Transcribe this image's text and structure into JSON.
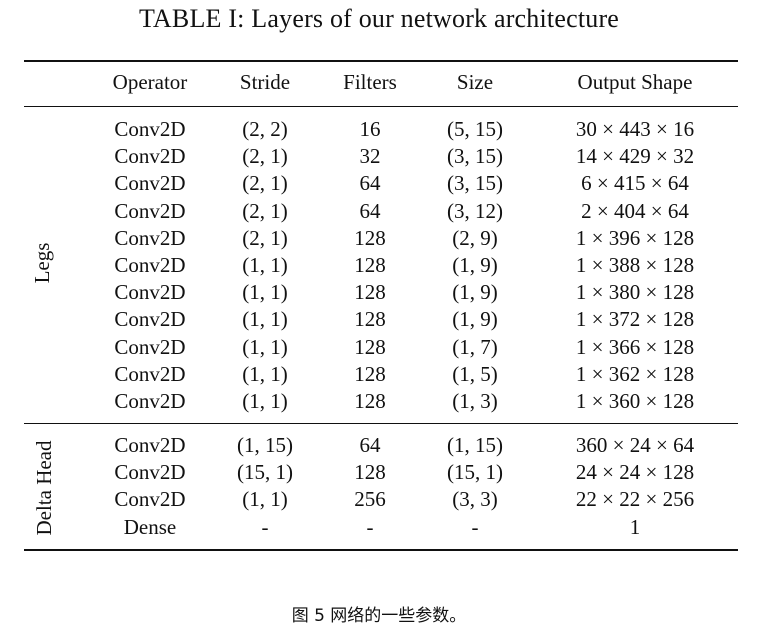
{
  "title": "TABLE I: Layers of our network architecture",
  "headers": {
    "operator": "Operator",
    "stride": "Stride",
    "filters": "Filters",
    "size": "Size",
    "output_shape": "Output Shape"
  },
  "groups": [
    {
      "label": "Legs",
      "rows": [
        {
          "operator": "Conv2D",
          "stride": "(2, 2)",
          "filters": "16",
          "size": "(5, 15)",
          "output": "30 × 443 × 16"
        },
        {
          "operator": "Conv2D",
          "stride": "(2, 1)",
          "filters": "32",
          "size": "(3, 15)",
          "output": "14 × 429 × 32"
        },
        {
          "operator": "Conv2D",
          "stride": "(2, 1)",
          "filters": "64",
          "size": "(3, 15)",
          "output": "6 × 415 × 64"
        },
        {
          "operator": "Conv2D",
          "stride": "(2, 1)",
          "filters": "64",
          "size": "(3, 12)",
          "output": "2 × 404 × 64"
        },
        {
          "operator": "Conv2D",
          "stride": "(2, 1)",
          "filters": "128",
          "size": "(2, 9)",
          "output": "1 × 396 × 128"
        },
        {
          "operator": "Conv2D",
          "stride": "(1, 1)",
          "filters": "128",
          "size": "(1, 9)",
          "output": "1 × 388 × 128"
        },
        {
          "operator": "Conv2D",
          "stride": "(1, 1)",
          "filters": "128",
          "size": "(1, 9)",
          "output": "1 × 380 × 128"
        },
        {
          "operator": "Conv2D",
          "stride": "(1, 1)",
          "filters": "128",
          "size": "(1, 9)",
          "output": "1 × 372 × 128"
        },
        {
          "operator": "Conv2D",
          "stride": "(1, 1)",
          "filters": "128",
          "size": "(1, 7)",
          "output": "1 × 366 × 128"
        },
        {
          "operator": "Conv2D",
          "stride": "(1, 1)",
          "filters": "128",
          "size": "(1, 5)",
          "output": "1 × 362 × 128"
        },
        {
          "operator": "Conv2D",
          "stride": "(1, 1)",
          "filters": "128",
          "size": "(1, 3)",
          "output": "1 × 360 × 128"
        }
      ]
    },
    {
      "label": "Delta Head",
      "rows": [
        {
          "operator": "Conv2D",
          "stride": "(1, 15)",
          "filters": "64",
          "size": "(1, 15)",
          "output": "360 × 24 × 64"
        },
        {
          "operator": "Conv2D",
          "stride": "(15, 1)",
          "filters": "128",
          "size": "(15, 1)",
          "output": "24 × 24 × 128"
        },
        {
          "operator": "Conv2D",
          "stride": "(1, 1)",
          "filters": "256",
          "size": "(3, 3)",
          "output": "22 × 22 × 256"
        },
        {
          "operator": "Dense",
          "stride": "-",
          "filters": "-",
          "size": "-",
          "output": "1"
        }
      ]
    }
  ],
  "caption": "图 5 网络的一些参数。"
}
